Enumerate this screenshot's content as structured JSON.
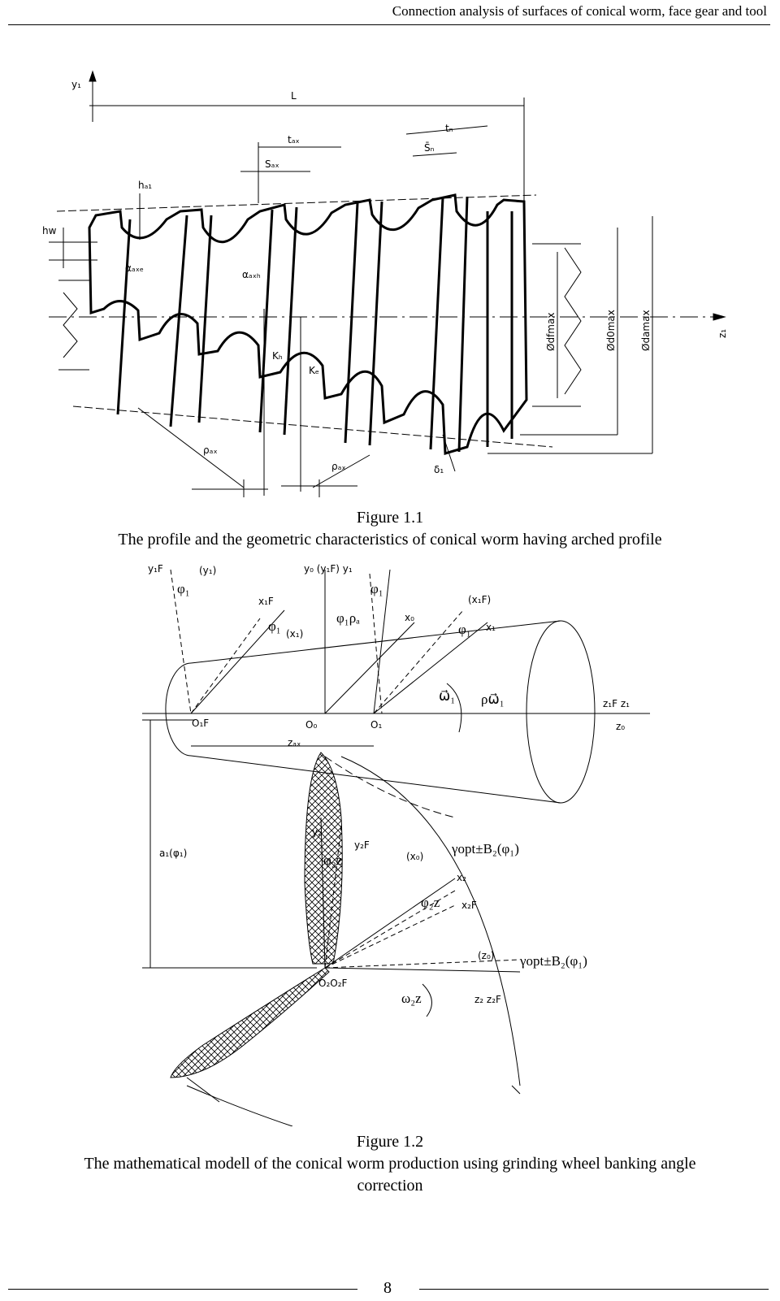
{
  "header": {
    "running_title": "Connection analysis of surfaces of conical worm, face gear and tool"
  },
  "figure1": {
    "label": "Figure 1.1",
    "caption": "The profile and the geometric characteristics of conical worm having arched profile",
    "labels": {
      "y1": "y₁",
      "L": "L",
      "tax": "tₐₓ",
      "sax": "Sₐₓ",
      "tn": "tₙ",
      "sn": "S̄ₙ",
      "ha1": "hₐ₁",
      "hw": "hw",
      "alpha_axe": "αₐₓₑ",
      "alpha_axh": "αₐₓₕ",
      "kh": "Kₕ",
      "ke": "Kₑ",
      "rho_ax_1": "ρₐₓ",
      "rho_ax_2": "ρₐₓ",
      "delta1": "δ₁",
      "d_dfmax": "Ødfmax",
      "d_d0max": "Ød0max",
      "d_damax": "Ødamax",
      "z1": "z₁"
    }
  },
  "figure2": {
    "label": "Figure 1.2",
    "caption_line1": "The mathematical modell of the conical worm production using grinding wheel banking angle",
    "caption_line2": "correction",
    "labels": {
      "y1F": "y₁F",
      "y1_paren": "(y₁)",
      "y0_y1F_y1": "y₀ (y₁F) y₁",
      "phi1_a": "φ₁",
      "phi1_b": "φ₁",
      "phi1_c": "φ₁",
      "phi1_d": "φ₁",
      "x1F": "x₁F",
      "x1_paren": "(x₁)",
      "phi1_rho_a": "φ₁ρₐ",
      "x0": "x₀",
      "x1F_paren": "(x₁F)",
      "x1": "x₁",
      "omega1": "ω⃗₁",
      "rho_omega1": "ρω⃗₁",
      "z1F_z1": "z₁F z₁",
      "z0": "z₀",
      "o1F": "O₁F",
      "o0": "O₀",
      "o1": "O₁",
      "zax": "zₐₓ",
      "a1_phi1": "a₁(φ₁)",
      "y2": "y₂",
      "y2F": "y₂F",
      "phi2z": "φ₂z",
      "x0_paren": "(x₀)",
      "gamma_1": "γopt±B₂(φ₁)",
      "x2": "x₂",
      "phi2z_b": "φ₂z",
      "x2F": "x₂F",
      "z0_paren": "(z₀)",
      "gamma_2": "γopt±B₂(φ₁)",
      "o2o2F": "O₂O₂F",
      "omega2z": "ω₂z",
      "z2_z2F": "z₂ z₂F"
    }
  },
  "footer": {
    "page_number": "8"
  }
}
